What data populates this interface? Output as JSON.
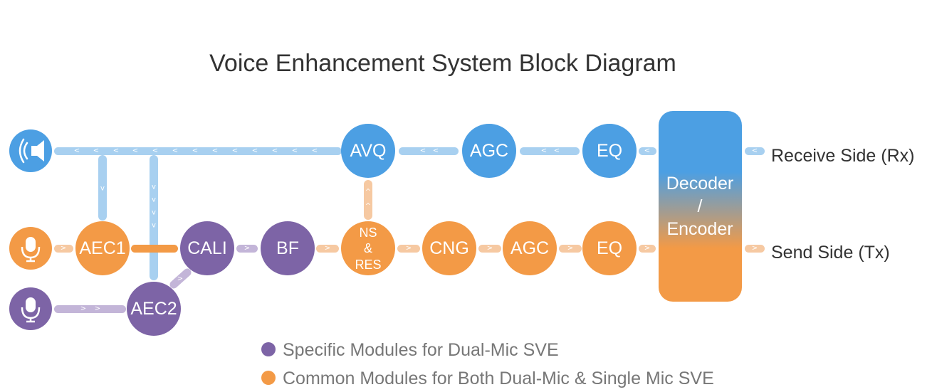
{
  "title": "Voice Enhancement System Block Diagram",
  "colors": {
    "blue": "#4c9fe3",
    "blue_light": "#a8d0f0",
    "orange": "#f39a46",
    "orange_light": "#f6c9a2",
    "purple": "#7d64a6",
    "purple_light": "#c3b5d8",
    "text": "#333333",
    "legend_text": "#777777"
  },
  "icons": {
    "speaker": "speaker-icon",
    "mic_main": "microphone-icon",
    "mic_secondary": "microphone-icon"
  },
  "nodes": {
    "avq": "AVQ",
    "agc_rx": "AGC",
    "eq_rx": "EQ",
    "aec1": "AEC1",
    "cali": "CALI",
    "bf": "BF",
    "ns_line1": "NS",
    "ns_line2": "&",
    "ns_line3": "RES",
    "cng": "CNG",
    "agc_tx": "AGC",
    "eq_tx": "EQ",
    "aec2": "AEC2",
    "codec_line1": "Decoder",
    "codec_line2": "/",
    "codec_line3": "Encoder"
  },
  "labels": {
    "receive": "Receive Side (Rx)",
    "send": "Send Side (Tx)"
  },
  "legend": [
    {
      "text": "Specific Modules for Dual-Mic SVE",
      "color": "#7d64a6"
    },
    {
      "text": "Common Modules for Both Dual-Mic & Single Mic SVE",
      "color": "#f39a46"
    }
  ]
}
